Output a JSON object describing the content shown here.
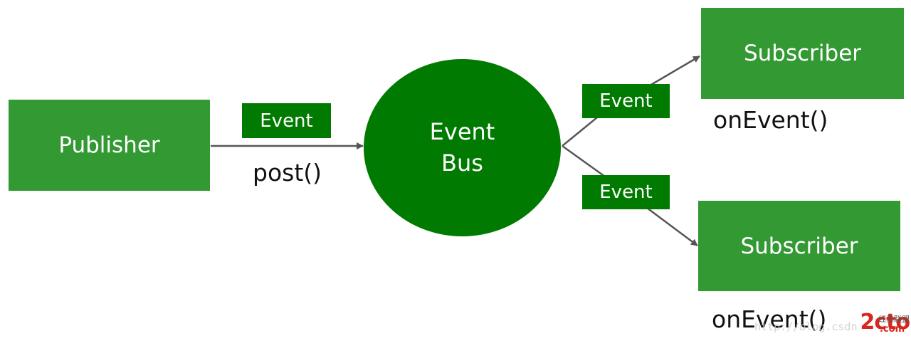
{
  "diagram": {
    "publisher": {
      "label": "Publisher"
    },
    "bus": {
      "line1": "Event",
      "line2": "Bus"
    },
    "post_event_badge": {
      "label": "Event"
    },
    "post_call": {
      "label": "post()"
    },
    "top_event_badge": {
      "label": "Event"
    },
    "bottom_event_badge": {
      "label": "Event"
    },
    "subscriber_top": {
      "label": "Subscriber",
      "callback": "onEvent()"
    },
    "subscriber_bottom": {
      "label": "Subscriber",
      "callback": "onEvent()"
    }
  },
  "colors": {
    "box_green": "#339933",
    "dark_green": "#007a00",
    "arrow_gray": "#555555"
  },
  "watermark": {
    "logo_text": "2cto",
    "domain_suffix": ".com",
    "cn_text": "红黑联盟",
    "url_text": "http://blog.csdn"
  }
}
